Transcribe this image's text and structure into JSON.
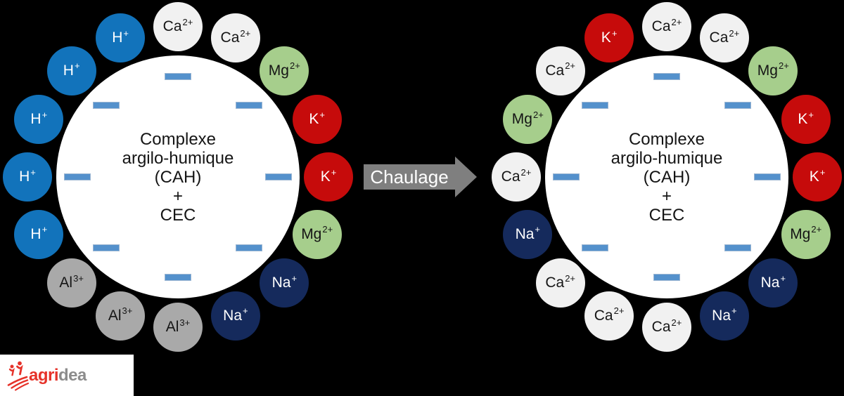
{
  "canvas": {
    "background": "#000000"
  },
  "left_wheel": {
    "center_text_lines": [
      "Complexe",
      "argilo-humique",
      "(CAH)",
      "+",
      "CEC"
    ],
    "ions_clockwise_from_top": [
      {
        "base": "Ca",
        "sup": "2+"
      },
      {
        "base": "Ca",
        "sup": "2+"
      },
      {
        "base": "Mg",
        "sup": "2+"
      },
      {
        "base": "K",
        "sup": "+"
      },
      {
        "base": "K",
        "sup": "+"
      },
      {
        "base": "Mg",
        "sup": "2+"
      },
      {
        "base": "Na",
        "sup": "+"
      },
      {
        "base": "Na",
        "sup": "+"
      },
      {
        "base": "Al",
        "sup": "3+"
      },
      {
        "base": "Al",
        "sup": "3+"
      },
      {
        "base": "Al",
        "sup": "3+"
      },
      {
        "base": "H",
        "sup": "+"
      },
      {
        "base": "H",
        "sup": "+"
      },
      {
        "base": "H",
        "sup": "+"
      },
      {
        "base": "H",
        "sup": "+"
      },
      {
        "base": "H",
        "sup": "+"
      }
    ]
  },
  "right_wheel": {
    "center_text_lines": [
      "Complexe",
      "argilo-humique",
      "(CAH)",
      "+",
      "CEC"
    ],
    "ions_clockwise_from_top": [
      {
        "base": "Ca",
        "sup": "2+"
      },
      {
        "base": "Ca",
        "sup": "2+"
      },
      {
        "base": "Mg",
        "sup": "2+"
      },
      {
        "base": "K",
        "sup": "+"
      },
      {
        "base": "K",
        "sup": "+"
      },
      {
        "base": "Mg",
        "sup": "2+"
      },
      {
        "base": "Na",
        "sup": "+"
      },
      {
        "base": "Na",
        "sup": "+"
      },
      {
        "base": "Ca",
        "sup": "2+"
      },
      {
        "base": "Ca",
        "sup": "2+"
      },
      {
        "base": "Ca",
        "sup": "2+"
      },
      {
        "base": "Na",
        "sup": "+"
      },
      {
        "base": "Ca",
        "sup": "2+"
      },
      {
        "base": "Mg",
        "sup": "2+"
      },
      {
        "base": "Ca",
        "sup": "2+"
      },
      {
        "base": "K",
        "sup": "+"
      }
    ]
  },
  "ion_colors": {
    "H": {
      "bg": "#1273bb",
      "fg": "#ffffff"
    },
    "Ca": {
      "bg": "#f1f1f1",
      "fg": "#151515"
    },
    "Mg": {
      "bg": "#a6ce8c",
      "fg": "#151515"
    },
    "K": {
      "bg": "#c60b0b",
      "fg": "#ffffff"
    },
    "Na": {
      "bg": "#152a5c",
      "fg": "#ffffff"
    },
    "Al": {
      "bg": "#a9a9a9",
      "fg": "#151515"
    }
  },
  "charge_bar": {
    "fill": "#5491cc",
    "border": "#9cb6d2"
  },
  "arrow": {
    "label": "Chaulage",
    "fill": "#7f7f7f",
    "text_color": "#ffffff"
  },
  "logo": {
    "brand_red_part": "agri",
    "brand_gray_part": "dea",
    "red": "#e63229",
    "gray": "#8c8c8c",
    "background": "#ffffff"
  }
}
